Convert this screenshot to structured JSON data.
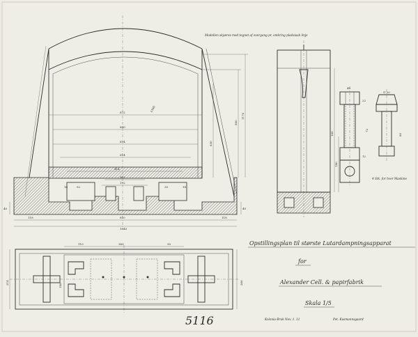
{
  "drawing": {
    "note_top": "Modellen skjæres med tegnet af overgang pr. omkring pladsiasb linje",
    "title_line1": "Opstillingsplan til største Lutardampningsapparat",
    "title_line2": "for",
    "title_line3": "Alexander Cell. & papirfabrik",
    "title_line4": "Skala 1/5",
    "date_line": "Kolonia-Bruk Nov. 1. 11",
    "signature": "Pet. Kusmannsgaard",
    "sheet_number": "5116",
    "bolt_note": "4 Stk. for hver Maskine",
    "bolt_dim": "∅ 20",
    "dims": {
      "top_arc": "1540",
      "vert_1": "1170",
      "vert_2": "980",
      "vert_3": "850",
      "h_1": "872",
      "h_2": "840",
      "h_3": "674",
      "h_4": "614",
      "h_5": "414",
      "h_6": "162",
      "h_7": "192",
      "small_a": "18",
      "small_b": "52",
      "small_c": "35",
      "small_d": "18",
      "base_w": "810",
      "base_side_l": "118",
      "base_side_r": "118",
      "base_l": "1040",
      "base_h": "40",
      "base_h_r": "40",
      "side_v_1": "180",
      "side_v_2": "140",
      "plan_h_1": "360",
      "plan_h_2": "110",
      "plan_h_3": "90",
      "plan_v_1": "214",
      "plan_v_2": "260",
      "plan_v_3": "148",
      "bolt_a": "40",
      "bolt_b": "22",
      "bolt_c": "72",
      "bolt_d": "80",
      "bolt_e": "12"
    }
  }
}
